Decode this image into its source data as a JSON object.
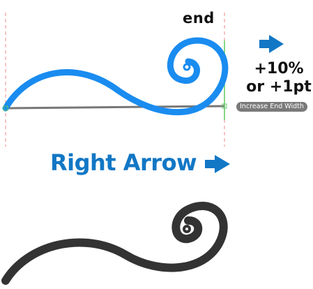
{
  "top_label": "end",
  "increase": {
    "line1": "+10%",
    "line2": "or +1pt",
    "badge": "Increase End Width"
  },
  "shortcut_title": "Right Arrow",
  "colors": {
    "stroke_blue": "#1a8cf0",
    "title_blue": "#1277c5",
    "arrow_blue": "#1277c5",
    "guide_pink": "#f08a8a",
    "guide_green": "#5cc85c",
    "baseline_gray": "#777777",
    "result_stroke": "#333333",
    "badge_bg": "#7a7a7a"
  },
  "icons": [
    "right-arrow-icon",
    "right-arrow-icon"
  ]
}
